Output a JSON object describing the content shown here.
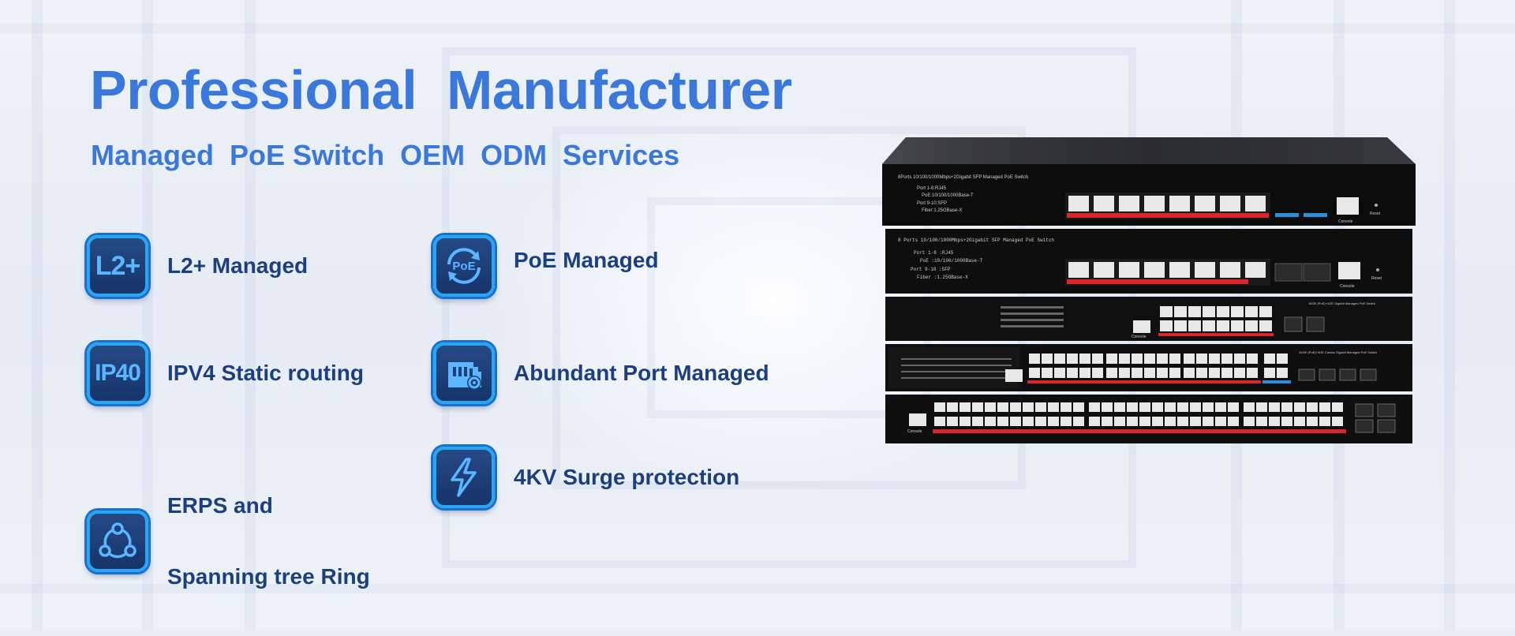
{
  "banner": {
    "title": "Professional  Manufacturer",
    "subtitle": "Managed  PoE Switch  OEM  ODM  Services"
  },
  "features": [
    {
      "icon": "l2-plus-icon",
      "icon_text": "L2+",
      "label": "L2+ Managed"
    },
    {
      "icon": "poe-icon",
      "icon_text": "PoE",
      "label": "PoE Managed"
    },
    {
      "icon": "ip40-icon",
      "icon_text": "IP40",
      "label": "IPV4 Static routing"
    },
    {
      "icon": "port-managed-icon",
      "icon_text": "",
      "label": "Abundant Port Managed"
    },
    {
      "icon": "ring-network-icon",
      "icon_text": "",
      "label_line1": "ERPS and",
      "label_line2": "Spanning tree Ring"
    },
    {
      "icon": "lightning-icon",
      "icon_text": "",
      "label": "4KV Surge protection"
    }
  ],
  "product": {
    "switch1_label": "8Ports 10/100/1000Mbps+2Gigabit SFP Managed PoE Switch",
    "switch1_port1": "Port 1-8:RJ45",
    "switch1_port1b": "PoE:10/100/1000Base-T",
    "switch1_port2": "Port 9-10:SFP",
    "switch1_port2b": "Fiber:1.25GBase-X",
    "switch2_label": "8 Ports 10/100/1000Mbps+2Gigabit SFP Managed PoE Switch",
    "switch2_port1": "Port 1-8 :RJ45",
    "switch2_port1b": "PoE :10/100/1000Base-T",
    "switch2_port2": "Port 9-10 :SFP",
    "switch2_port2b": "Fiber :1.25GBase-X",
    "switch3_label": "16GE (PoE)+4GE Gigabit Managed PoE Switch",
    "switch4_label": "24GE (PoE)+4GE Combo Gigabit Managed PoE Switch",
    "console": "Console",
    "reset": "Reset"
  },
  "colors": {
    "title": "#3a78dc",
    "label": "#1c3f80",
    "icon_bg": "#1e3f78",
    "icon_border": "#2aa6f0",
    "port_red": "#d8262c"
  }
}
